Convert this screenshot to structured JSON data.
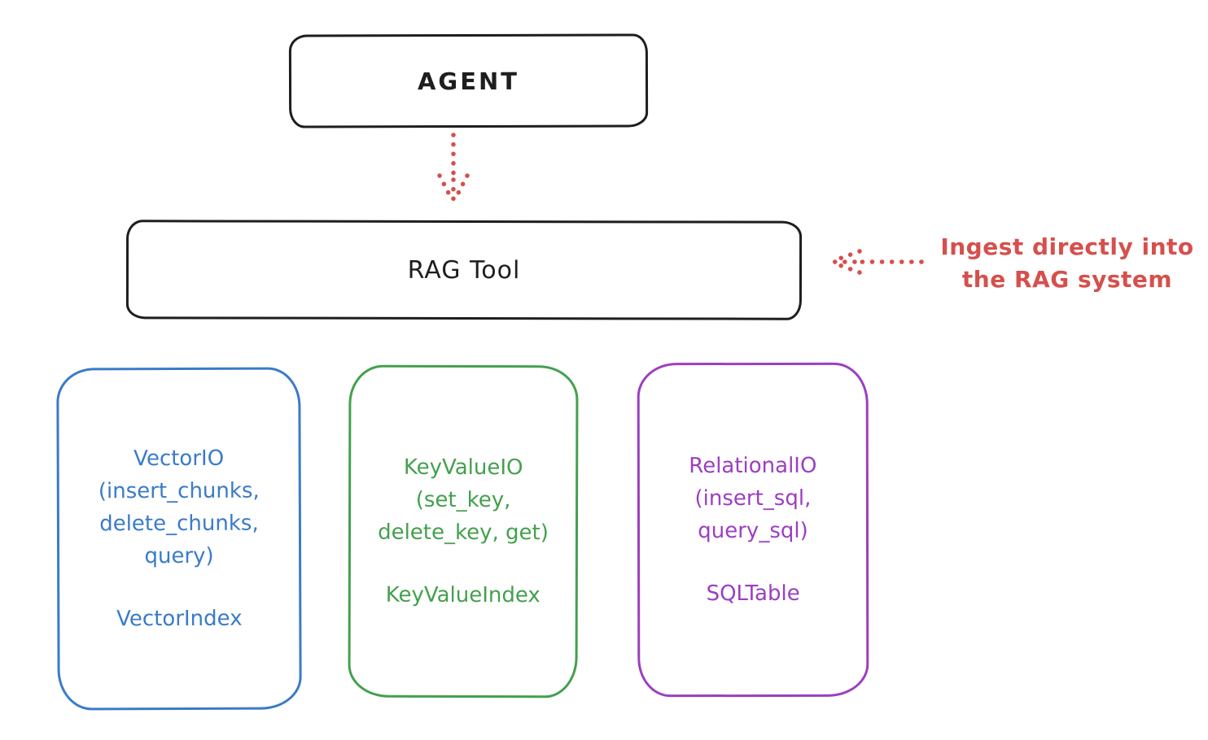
{
  "colors": {
    "ink": "#1e1e1e",
    "red": "#d5504c",
    "blue": "#3a7bc8",
    "green": "#44a04e",
    "purple": "#9c3fc1",
    "background": "#ffffff"
  },
  "agent_box": {
    "label": "AGENT"
  },
  "rag_tool_box": {
    "label": "RAG Tool"
  },
  "ingest_annotation": {
    "line1": "Ingest directly into",
    "line2": "the RAG system"
  },
  "arrows": {
    "agent_to_rag": "dotted-down-arrow",
    "ingest_to_rag": "dotted-left-arrow"
  },
  "stores": [
    {
      "id": "vector-io",
      "color": "#3a7bc8",
      "lines": [
        "VectorIO",
        "(insert_chunks,",
        "delete_chunks,",
        "query)"
      ],
      "index_label": "VectorIndex"
    },
    {
      "id": "keyvalue-io",
      "color": "#44a04e",
      "lines": [
        "KeyValueIO",
        "(set_key,",
        "delete_key, get)"
      ],
      "index_label": "KeyValueIndex"
    },
    {
      "id": "relational-io",
      "color": "#9c3fc1",
      "lines": [
        "RelationalIO",
        "(insert_sql,",
        "query_sql)"
      ],
      "index_label": "SQLTable"
    }
  ]
}
